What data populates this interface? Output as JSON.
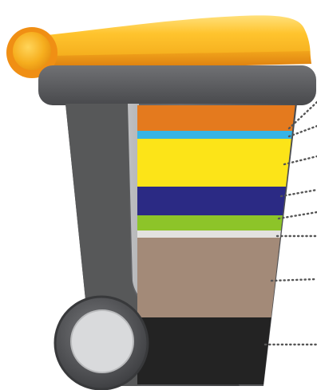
{
  "bin": {
    "lid_color": "#F5B21C",
    "lid_shadow_color": "#E08A12",
    "rim_color": "#5F6063",
    "body_dark_color": "#4A4B4E",
    "body_mid_color": "#6F7073",
    "wheel_hub_color": "#D9DADC"
  },
  "layers": [
    {
      "id": "layer-1",
      "color": "#E47A1E",
      "connector": "dotted-leader"
    },
    {
      "id": "layer-2",
      "color": "#36B4E5",
      "connector": "dotted-leader"
    },
    {
      "id": "layer-3",
      "color": "#FCE418",
      "connector": "dotted-leader"
    },
    {
      "id": "layer-4",
      "color": "#2B2A84",
      "connector": "dotted-leader"
    },
    {
      "id": "layer-5",
      "color": "#8DC429",
      "connector": "dotted-leader"
    },
    {
      "id": "layer-6",
      "color": "#E3E2E0",
      "connector": "dotted-leader"
    },
    {
      "id": "layer-7",
      "color": "#A38A78",
      "connector": "dotted-leader"
    },
    {
      "id": "layer-8",
      "color": "#232323",
      "connector": "dotted-leader"
    }
  ]
}
